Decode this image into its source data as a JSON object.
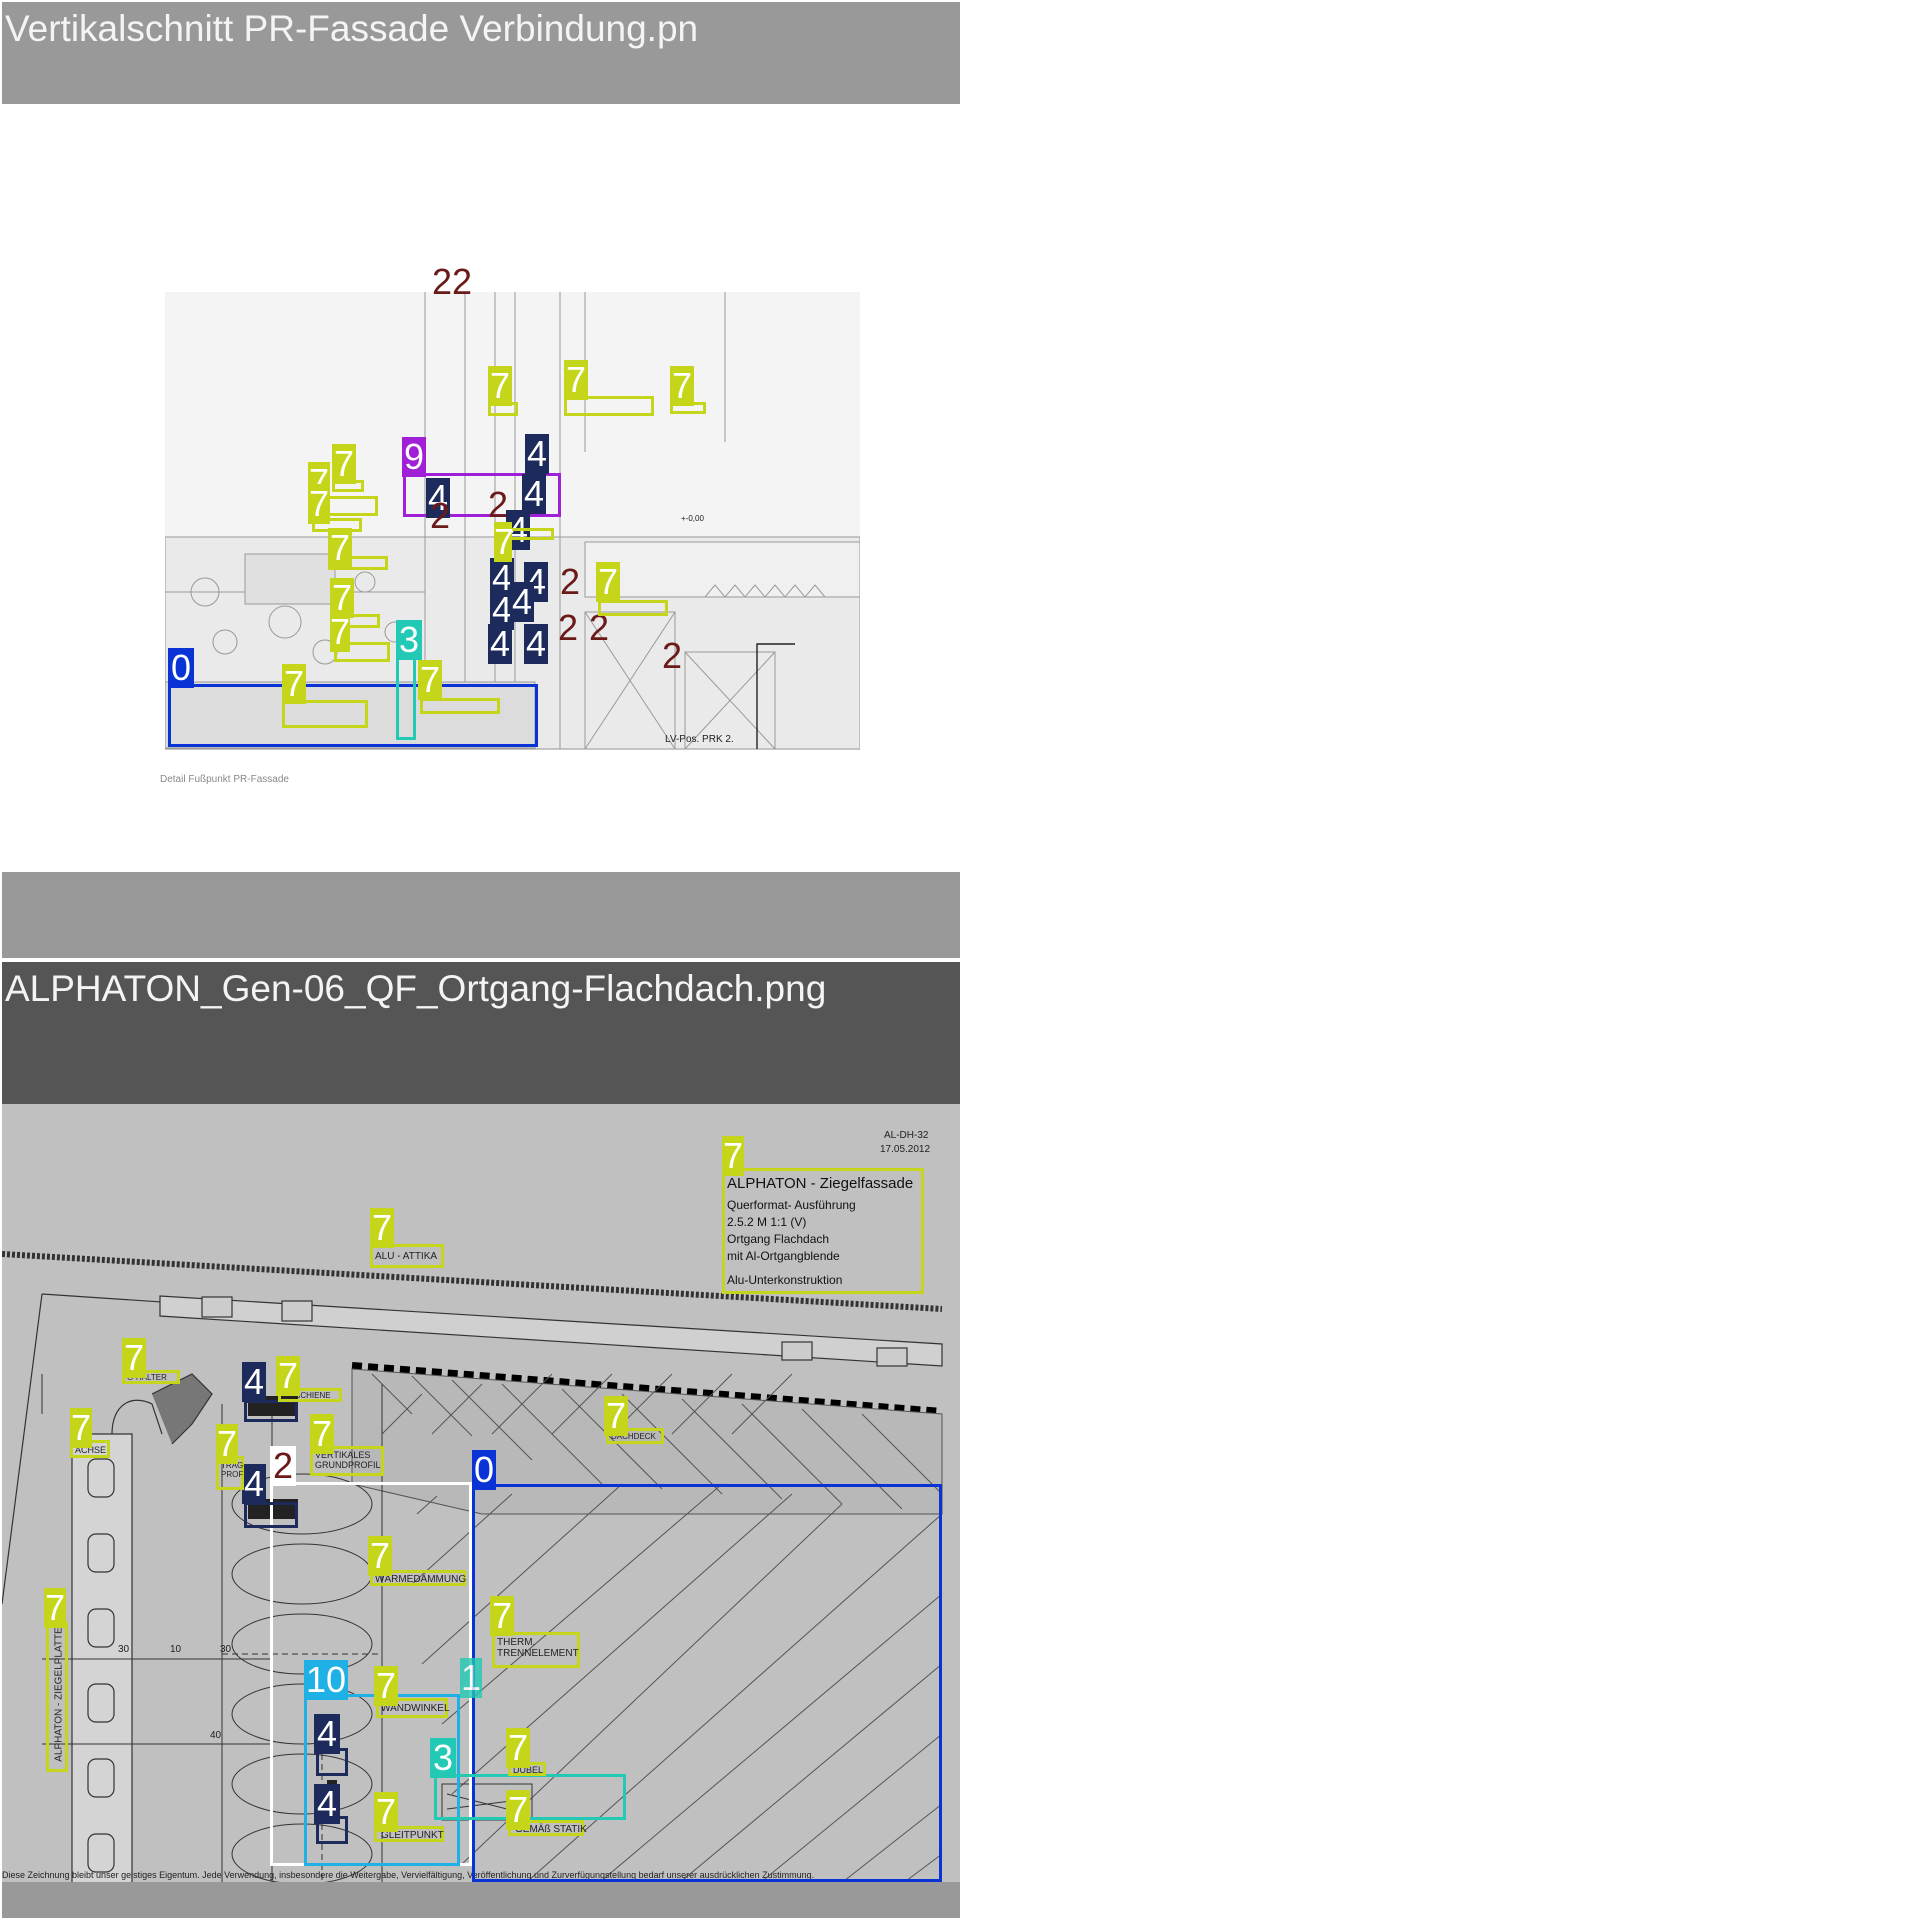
{
  "top": {
    "header_title": "Vertikalschnitt PR-Fassade Verbindung.pn",
    "caption": "Detail Fußpunkt PR-Fassade",
    "note": "LV-Pos. PRK 2.",
    "level_mark": "+-0,00",
    "markers": {
      "m22": "22",
      "m9": "9",
      "m4": "4",
      "m2": "2",
      "m7": "7",
      "m3": "3",
      "m0": "0"
    }
  },
  "bottom": {
    "header_title": "ALPHATON_Gen-06_QF_Ortgang-Flachdach.png",
    "drawing_no": "AL-DH-32",
    "date": "17.05.2012",
    "title_block": {
      "title": "ALPHATON - Ziegelfassade",
      "line1": "Querformat- Ausführung",
      "line2": "2.5.2   M 1:1 (V)",
      "line3": "Ortgang Flachdach",
      "line4": "mit Al-Ortgangblende",
      "line5": "Alu-Unterkonstruktion"
    },
    "labels": {
      "attika": "ALU - ATTIKA",
      "halter": "G-HALTER",
      "achse": "ACHSE",
      "schiene": "SCHIENE",
      "trag": "TRAG PROF",
      "vertikales": "VERTIKALES GRUNDPROFIL",
      "daemmung": "WÄRMEDÄMMUNG",
      "therm": "THERM. TRENNELEMENT",
      "wandwinkel": "WANDWINKEL",
      "duebel": "DÜBEL",
      "gleitpunkt": "GLEITPUNKT",
      "statik": "GEMÄß STATIK",
      "ziegelplatte": "ALPHATON - ZIEGELPLATTE",
      "dach": "DACHDECK"
    },
    "dims": {
      "d30a": "30",
      "d10": "10",
      "d30b": "30",
      "d40": "40"
    },
    "footer": "Diese Zeichnung bleibt unser geistiges Eigentum. Jede Verwendung, insbesondere die Weitergabe, Vervielfältigung, Veröffentlichung und Zurverfügungstellung bedarf unserer ausdrücklichen Zustimmung.",
    "markers": {
      "m7": "7",
      "m4": "4",
      "m2": "2",
      "m0": "0",
      "m10": "10",
      "m1": "1",
      "m3": "3"
    }
  },
  "colors": {
    "header_top": "#999999",
    "header_mid": "#999999",
    "header_bottom": "#555555",
    "marker_yellow": "#c5d61a",
    "marker_navy": "#1c2a5c",
    "marker_blue": "#0a33d6",
    "marker_teal": "#22c9b4",
    "marker_cyan": "#1fb1e6",
    "marker_purple": "#a020d8",
    "marker_white": "#ffffff"
  }
}
